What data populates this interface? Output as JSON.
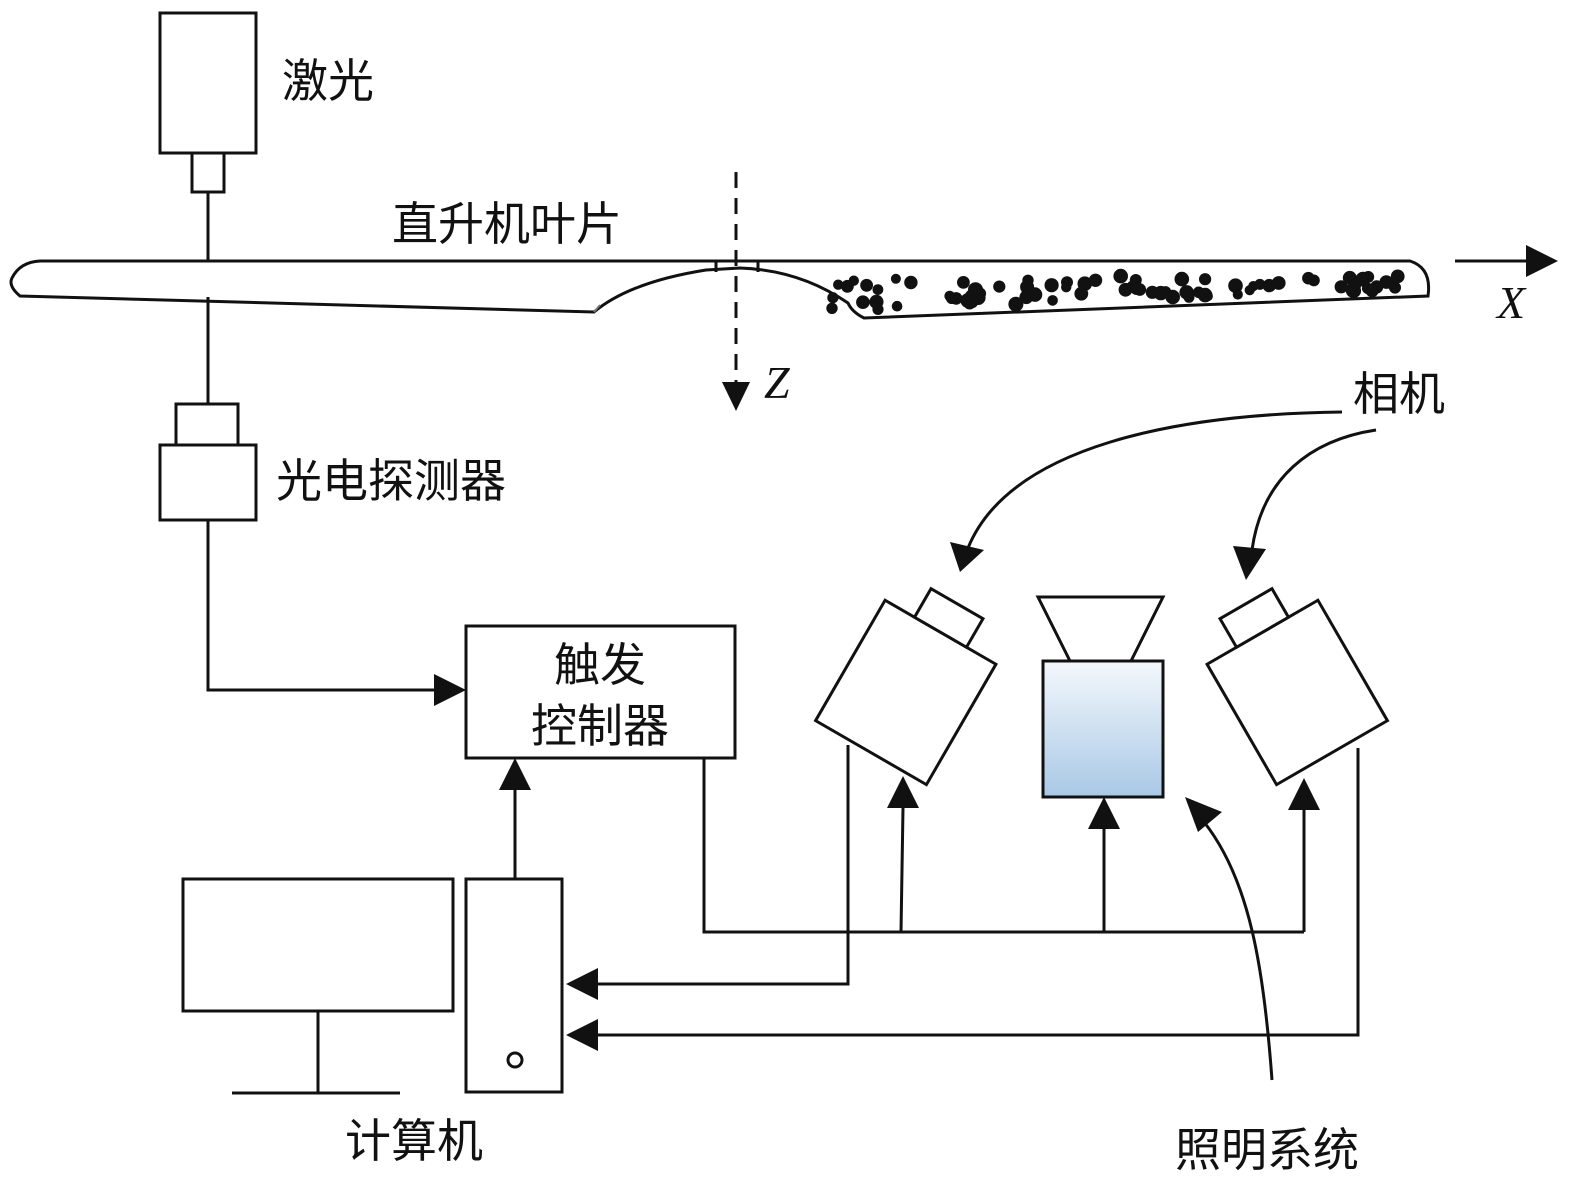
{
  "labels": {
    "laser": "激光",
    "blade": "直升机叶片",
    "photodetector": "光电探测器",
    "trigger_line1": "触发",
    "trigger_line2": "控制器",
    "camera": "相机",
    "computer": "计算机",
    "lighting": "照明系统"
  },
  "axes": {
    "x": "X",
    "z": "Z"
  },
  "colors": {
    "stroke": "#111111",
    "light_top": "#f4f8fc",
    "light_bottom": "#a9c8e6"
  }
}
